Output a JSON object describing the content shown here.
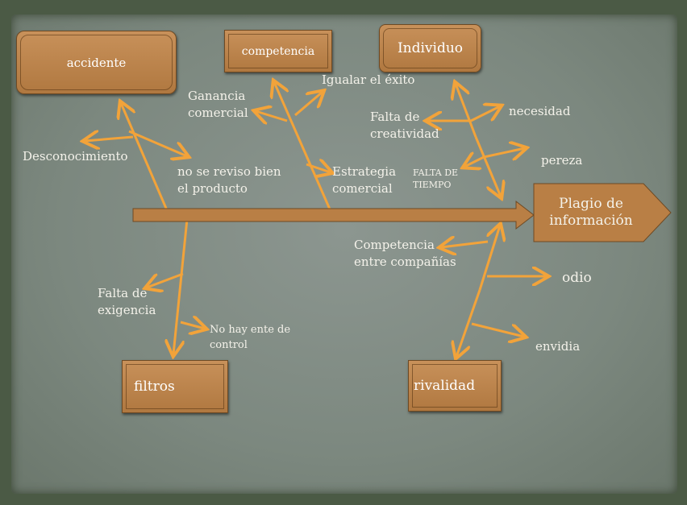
{
  "effect": "Plagio de\ninformación",
  "categories": {
    "accidente": "accidente",
    "competencia": "competencia",
    "individuo": "Individuo",
    "filtros": "filtros",
    "rivalidad": "rivalidad"
  },
  "causes": {
    "desconocimiento": "Desconocimiento",
    "no_reviso": "no se reviso bien\nel producto",
    "ganancia": "Ganancia\ncomercial",
    "igualar": "Igualar el éxito",
    "estrategia": "Estrategia\ncomercial",
    "falta_creatividad": "Falta de\ncreatividad",
    "necesidad": "necesidad",
    "pereza": "pereza",
    "falta_tiempo": "FALTA DE\nTIEMPO",
    "falta_exigencia": "Falta de\nexigencia",
    "no_ente": "No hay ente de\ncontrol",
    "competencia_companias": "Competencia\nentre compañías",
    "odio": "odio",
    "envidia": "envidia"
  },
  "colors": {
    "arrow": "#f2a33a",
    "box": "#b97f45"
  }
}
